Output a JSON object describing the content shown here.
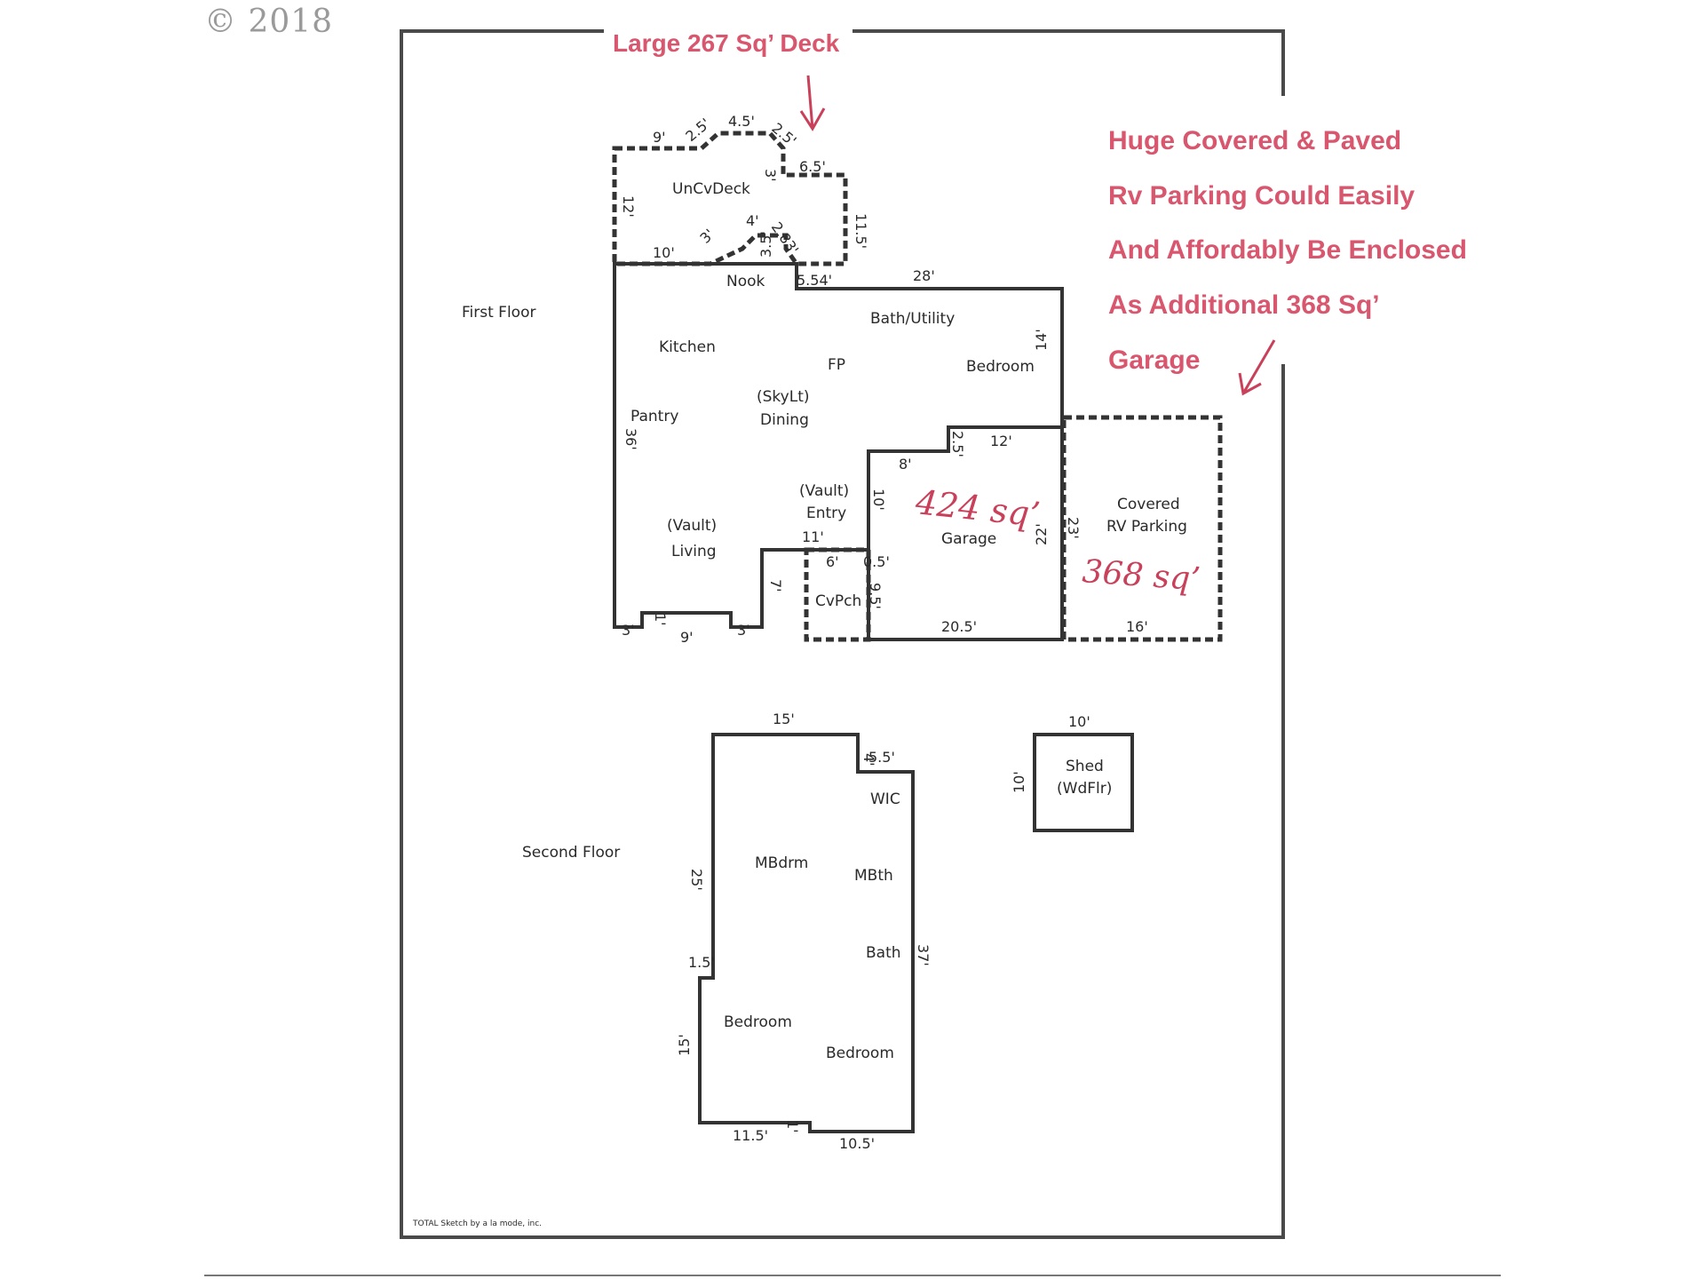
{
  "copyright": "© 2018",
  "annotations": {
    "deck_note": "Large 267 Sq’ Deck",
    "rv_note": [
      "Huge Covered & Paved",
      "Rv Parking Could Easily",
      "And Affordably Be Enclosed",
      "As Additional 368 Sq’",
      "Garage"
    ],
    "garage_sqft": "424 sq’",
    "rv_sqft": "368 sq’"
  },
  "floors": {
    "first": "First Floor",
    "second": "Second Floor"
  },
  "rooms": {
    "uncvdeck": "UnCvDeck",
    "nook": "Nook",
    "kitchen": "Kitchen",
    "bath_utility": "Bath/Utility",
    "fp": "FP",
    "bedroom_1": "Bedroom",
    "pantry": "Pantry",
    "skylt": "(SkyLt)",
    "dining": "Dining",
    "vault_entry": "(Vault)",
    "entry": "Entry",
    "vault_living": "(Vault)",
    "living": "Living",
    "garage": "Garage",
    "covered": "Covered",
    "rv_parking": "RV Parking",
    "cvpch": "CvPch",
    "shed": "Shed",
    "wdflr": "(WdFlr)",
    "wic": "WIC",
    "mbdrm": "MBdrm",
    "mbth": "MBth",
    "bath": "Bath",
    "bedroom_2": "Bedroom",
    "bedroom_3": "Bedroom"
  },
  "dims": {
    "d9": "9'",
    "d25a": "2.5'",
    "d45": "4.5'",
    "d25b": "2.5'",
    "d3a": "3'",
    "d65": "6.5'",
    "d12": "12'",
    "d115": "11.5'",
    "d10a": "10'",
    "d3b": "3'",
    "d4": "4'",
    "d283": "2.83'",
    "d35": "3.5'",
    "d554": "5.54'",
    "d28": "28'",
    "d14": "14'",
    "d36": "36'",
    "d25c": "2.5'",
    "d12b": "12'",
    "d8": "8'",
    "d10b": "10'",
    "d22": "22'",
    "d23": "23'",
    "d11": "11'",
    "d6": "6'",
    "d05": "0.5'",
    "d95": "9.5'",
    "d7": "7'",
    "d1a": "1'",
    "d3c": "3'",
    "d9b": "9'",
    "d3d": "3'",
    "d205": "20.5'",
    "d16": "16'",
    "d15": "15'",
    "d4b": "4'",
    "d55": "5.5'",
    "d25": "25'",
    "d37": "37'",
    "d15b": "1.5'",
    "d15c": "15'",
    "d115b": "11.5'",
    "d1b": "1'",
    "d105": "10.5'",
    "shed_w": "10'",
    "shed_h": "10'"
  },
  "credit": "TOTAL Sketch by a la mode, inc."
}
